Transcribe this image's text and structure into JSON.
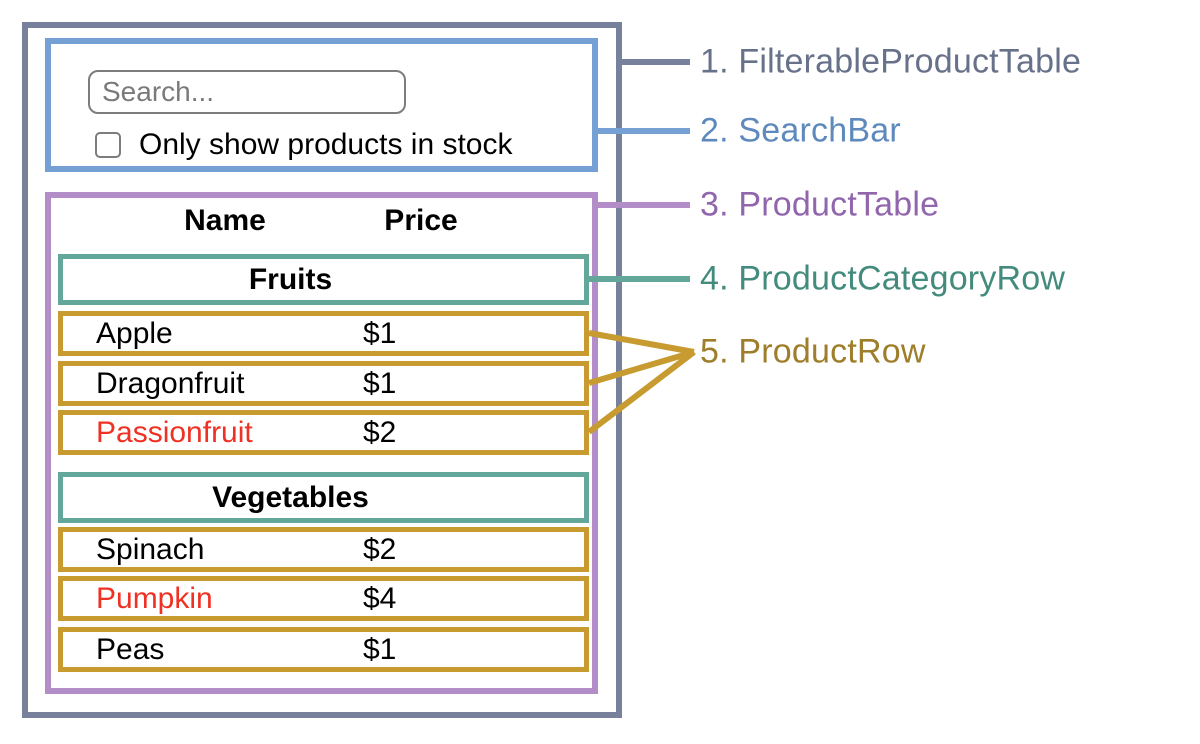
{
  "diagram": {
    "labels": [
      {
        "text": "1. FilterableProductTable",
        "color": "#67718a"
      },
      {
        "text": "2. SearchBar",
        "color": "#5e89bc"
      },
      {
        "text": "3. ProductTable",
        "color": "#9166ac"
      },
      {
        "text": "4. ProductCategoryRow",
        "color": "#438b7c"
      },
      {
        "text": "5. ProductRow",
        "color": "#9e7e2a"
      }
    ]
  },
  "search_bar": {
    "placeholder": "Search...",
    "checkbox_label": "Only show products in stock",
    "checkbox_checked": false
  },
  "product_table": {
    "headers": {
      "name": "Name",
      "price": "Price"
    },
    "groups": [
      {
        "category": "Fruits",
        "products": [
          {
            "name": "Apple",
            "price": "$1",
            "out_of_stock": false
          },
          {
            "name": "Dragonfruit",
            "price": "$1",
            "out_of_stock": false
          },
          {
            "name": "Passionfruit",
            "price": "$2",
            "out_of_stock": true
          }
        ]
      },
      {
        "category": "Vegetables",
        "products": [
          {
            "name": "Spinach",
            "price": "$2",
            "out_of_stock": false
          },
          {
            "name": "Pumpkin",
            "price": "$4",
            "out_of_stock": true
          },
          {
            "name": "Peas",
            "price": "$1",
            "out_of_stock": false
          }
        ]
      }
    ]
  },
  "colors": {
    "filterable_product_table_border": "#77819c",
    "search_bar_border": "#74a0d4",
    "product_table_border": "#b28dc7",
    "category_row_border": "#62a79a",
    "product_row_border": "#c79b30",
    "out_of_stock_text": "#ef3123",
    "input_border": "#7d7d7d",
    "placeholder_text": "#7a7a7a"
  }
}
